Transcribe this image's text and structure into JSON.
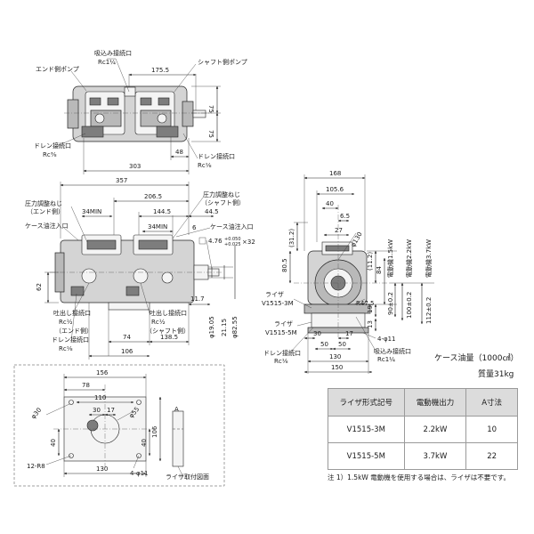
{
  "labels": {
    "suction_port_top": "吸込み接続口",
    "suction_port_top_rc": "Rc1¼",
    "end_pump": "エンド側ポンプ",
    "shaft_pump": "シャフト側ポンプ",
    "drain_port_left": "ドレン接続口",
    "drain_port_left_rc": "Rc⅜",
    "drain_port_right": "ドレン接続口",
    "drain_port_right_rc": "Rc⅛",
    "press_adj_end_1": "圧力調整ねじ",
    "press_adj_end_2": "（エンド側）",
    "press_adj_shaft_1": "圧力調整ねじ",
    "press_adj_shaft_2": "（シャフト側）",
    "case_oil_inlet_left": "ケース油注入口",
    "case_oil_inlet_right": "ケース油注入口",
    "min_left": "34MIN",
    "min_right": "34MIN",
    "discharge_end_1": "吐出し接続口",
    "discharge_end_rc": "Rc½",
    "discharge_end_2": "（エンド側）",
    "discharge_shaft_1": "吐出し接続口",
    "discharge_shaft_rc": "Rc½",
    "discharge_shaft_2": "（シャフト側）",
    "drain_front": "ドレン接続口",
    "drain_front_rc": "Rc⅛",
    "keyway": "4.76",
    "keyway_tol": "+0.050",
    "keyway_tol2": "+0.025",
    "keyway_len": "×32",
    "shaft_dia_1": "φ19.05",
    "shaft_dia_2": "21.15",
    "shaft_dia_3": "φ82.55",
    "riser_1": "ライザ",
    "riser_1_model": "V1515-3M",
    "riser_2": "ライザ",
    "riser_2_model": "V1515-5M",
    "r_corner": "R47.5",
    "dia_130": "φ130",
    "bolt_holes": "4-φ11",
    "suction_side_1": "吸込み接続口",
    "suction_side_rc": "Rc1¼",
    "drain_side_1": "ドレン接続口",
    "drain_side_rc": "Rc⅛",
    "motor_15": "電動機1.5kW",
    "motor_22": "電動機2.2kW",
    "motor_37": "電動機3.7kW",
    "h_90": "90±0.2",
    "h_100": "100±0.2",
    "h_112": "112±0.2",
    "plate_label": "ライザ取付図面",
    "plate_holes": "4-φ11",
    "plate_12r": "12-R8",
    "plate_d30": "φ30",
    "plate_d55": "φ55",
    "plate_a": "A"
  },
  "dims": {
    "top_1755": "175.5",
    "top_75a": "75",
    "top_75b": "75",
    "top_48": "48",
    "top_303": "303",
    "front_357": "357",
    "front_2065": "206.5",
    "front_1445": "144.5",
    "front_445": "44.5",
    "front_6": "6",
    "front_62": "62",
    "front_117": "11.7",
    "front_74": "74",
    "front_1385": "138.5",
    "front_106": "106",
    "side_168": "168",
    "side_1056": "105.6",
    "side_40": "40",
    "side_65": "6.5",
    "side_27": "27",
    "side_312": "(31.2)",
    "side_805": "80.5",
    "side_84": "84",
    "side_19": "19",
    "side_13": "13",
    "side_112": "(11.2)",
    "side_30": "30",
    "side_17": "17",
    "side_50a": "50",
    "side_50b": "50",
    "side_130": "130",
    "side_150": "150",
    "plate_156": "156",
    "plate_78": "78",
    "plate_110": "110",
    "plate_30": "30",
    "plate_17": "17",
    "plate_40a": "40",
    "plate_40b": "40",
    "plate_106": "106",
    "plate_130": "130"
  },
  "info": {
    "case_oil": "ケース油量（1000㎤）",
    "mass": "質量31kg"
  },
  "table": {
    "headers": [
      "ライザ形式記号",
      "電動機出力",
      "A寸法"
    ],
    "rows": [
      [
        "V1515-3M",
        "2.2kW",
        "10"
      ],
      [
        "V1515-5M",
        "3.7kW",
        "22"
      ]
    ]
  },
  "note": "注 1）1.5kW 電動機を使用する場合は、ライザは不要です。"
}
